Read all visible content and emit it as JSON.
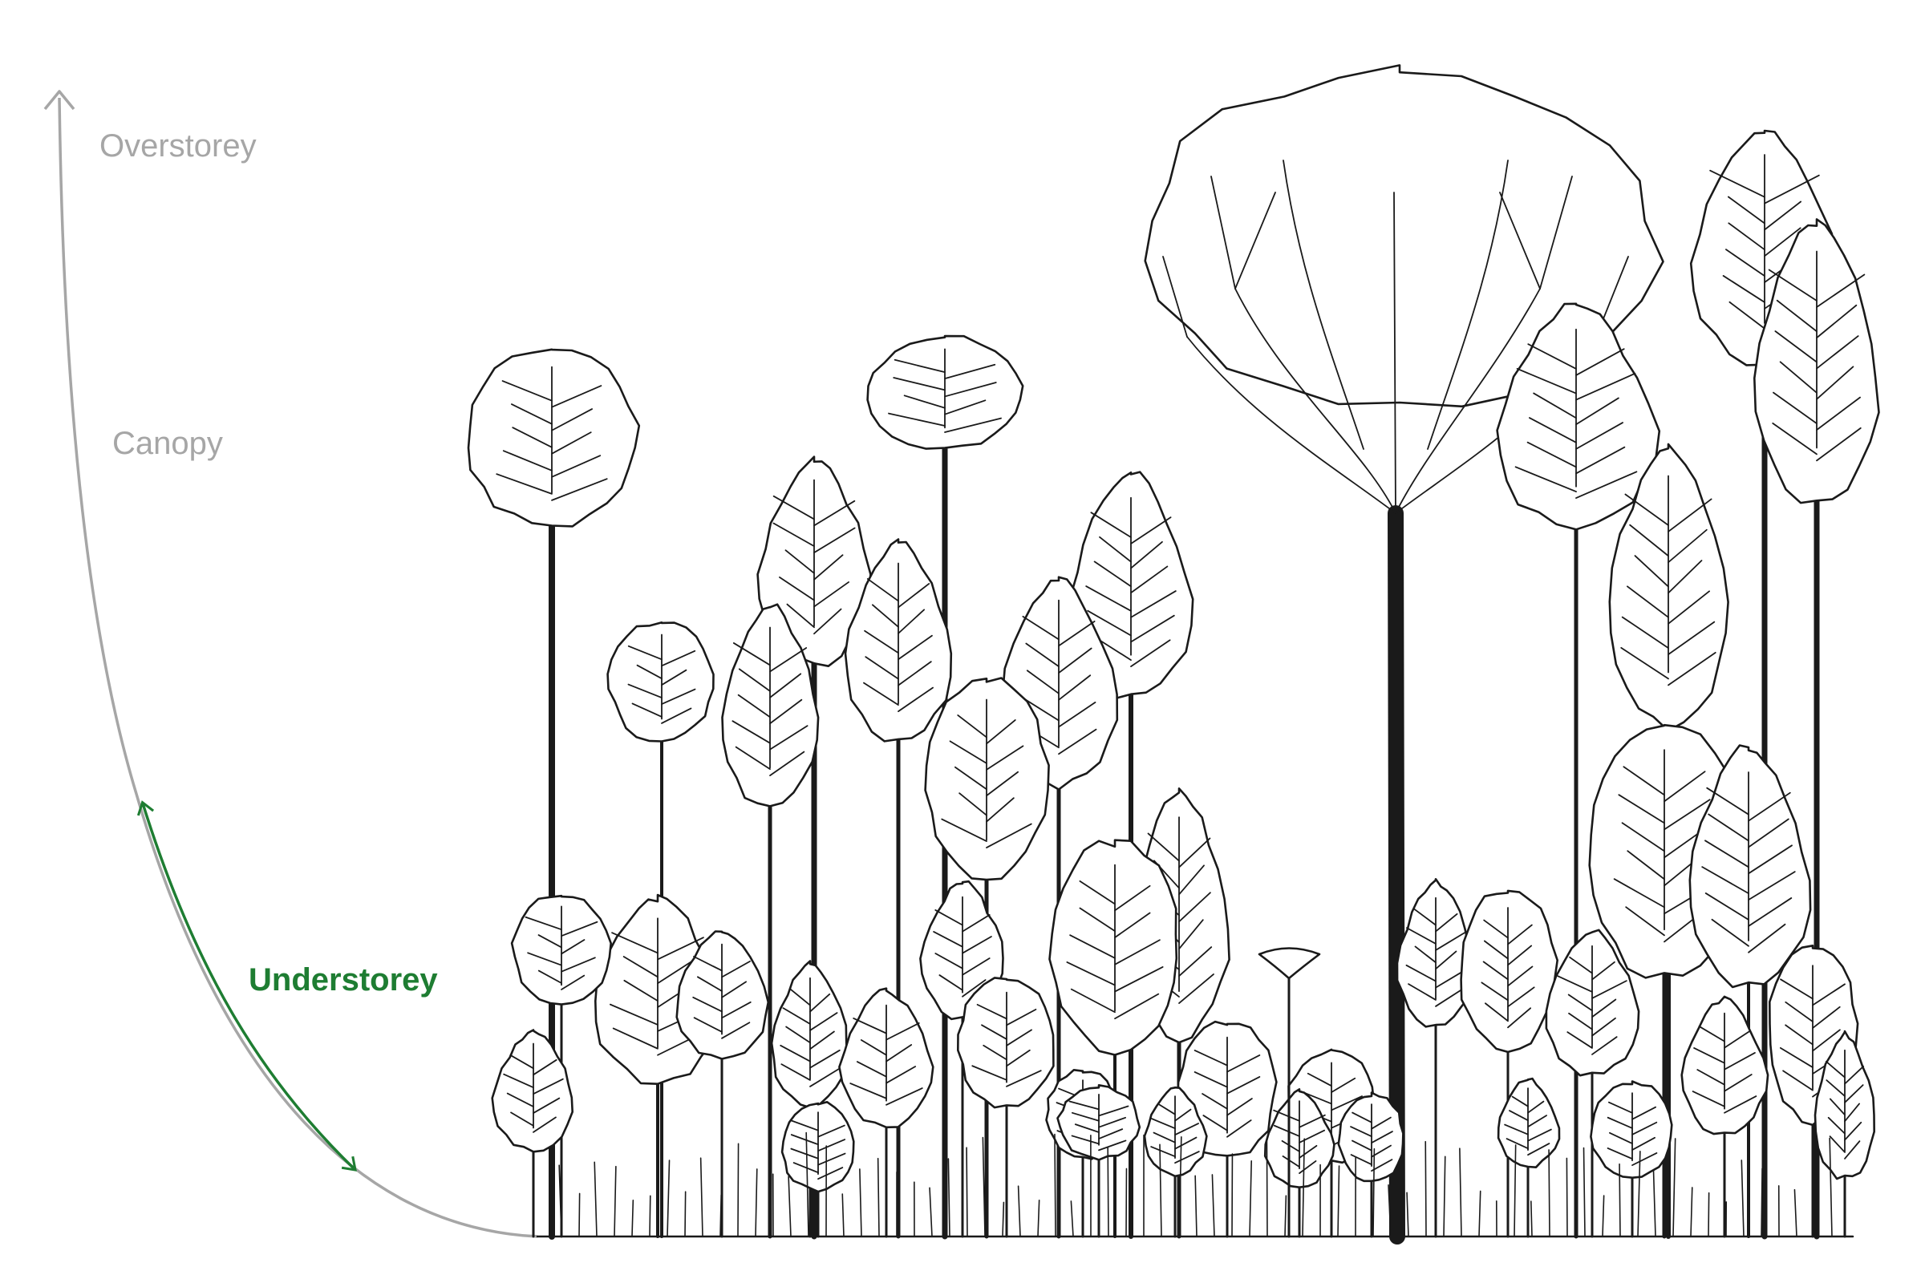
{
  "diagram": {
    "labels": {
      "overstorey": "Overstorey",
      "canopy": "Canopy",
      "understorey": "Understorey"
    },
    "colors": {
      "axis": "#a6a6a6",
      "highlight": "#1e7d32",
      "ink": "#1a1a1a",
      "background": "#ffffff"
    },
    "highlighted_layer": "Understorey",
    "illustration": "tropical-forest-tree-profile"
  }
}
